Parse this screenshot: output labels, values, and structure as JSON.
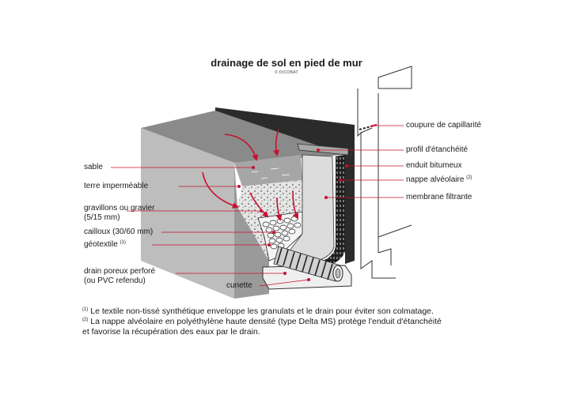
{
  "title": "drainage de sol en pied de mur",
  "copyright": "© DICOBAT",
  "colors": {
    "accent": "#c8102e",
    "wall_dark": "#2b2b2b",
    "gravel": "#d9d9d9"
  },
  "labels_left": {
    "sable": "sable",
    "terre": "terre imperméable",
    "gravillons_1": "gravillons ou gravier",
    "gravillons_2": "(5/15 mm)",
    "cailloux": "cailloux (30/60 mm)",
    "geotextile": "géotextile",
    "geotextile_ref": "(1)",
    "drain_1": "drain poreux perforé",
    "drain_2": "(ou PVC refendu)",
    "cunette": "cunette"
  },
  "labels_right": {
    "coupure": "coupure de capillarité",
    "profil": "profil d'étanchéité",
    "enduit": "enduit bitumeux",
    "nappe": "nappe alvéolaire",
    "nappe_ref": "(2)",
    "membrane": "membrane filtrante"
  },
  "notes": [
    {
      "ref": "(1)",
      "text": " Le textile non-tissé synthétique enveloppe les granulats et le drain pour éviter son colmatage."
    },
    {
      "ref": "(2)",
      "text": " La nappe alvéolaire en polyéthylène haute densité (type Delta MS) protège l'enduit d'étanchéité"
    },
    {
      "ref": "",
      "text": "et favorise la récupération des eaux par le drain."
    }
  ]
}
